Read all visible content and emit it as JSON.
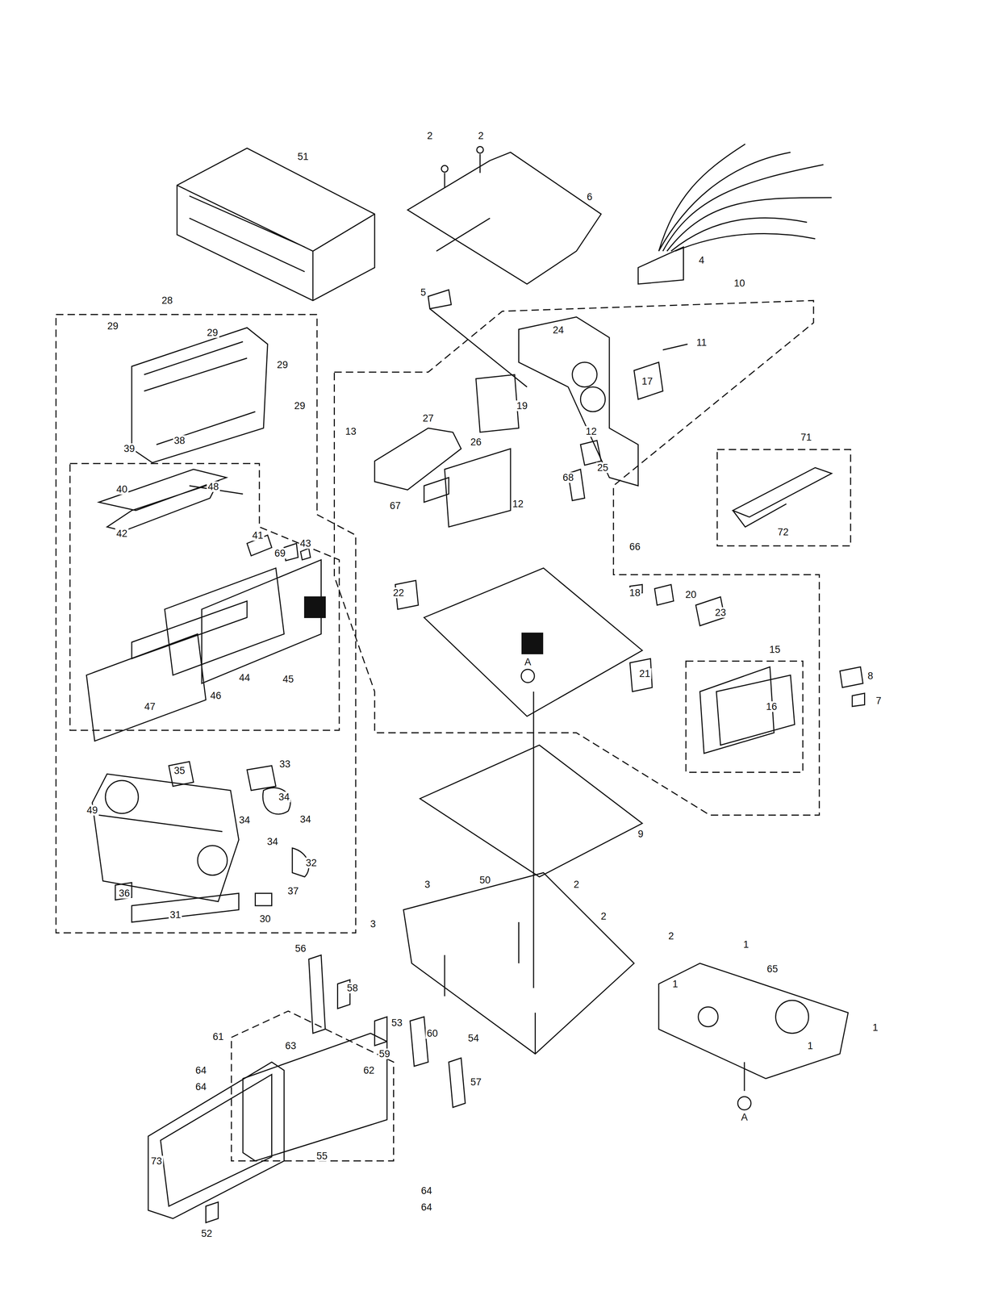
{
  "diagram": {
    "labels": [
      "2",
      "2",
      "51",
      "6",
      "4",
      "28",
      "10",
      "5",
      "29",
      "29",
      "29",
      "29",
      "24",
      "11",
      "17",
      "19",
      "27",
      "13",
      "38",
      "39",
      "26",
      "12",
      "25",
      "71",
      "68",
      "12",
      "67",
      "40",
      "48",
      "42",
      "41",
      "43",
      "69",
      "72",
      "66",
      "18",
      "20",
      "23",
      "22",
      "15",
      "8",
      "7",
      "21",
      "A",
      "16",
      "44",
      "45",
      "46",
      "47",
      "9",
      "35",
      "33",
      "49",
      "34",
      "34",
      "34",
      "34",
      "32",
      "36",
      "37",
      "31",
      "30",
      "3",
      "50",
      "2",
      "3",
      "2",
      "2",
      "1",
      "65",
      "1",
      "1",
      "1",
      "A",
      "56",
      "58",
      "53",
      "59",
      "61",
      "63",
      "60",
      "54",
      "62",
      "64",
      "64",
      "57",
      "73",
      "55",
      "64",
      "64",
      "52"
    ]
  }
}
